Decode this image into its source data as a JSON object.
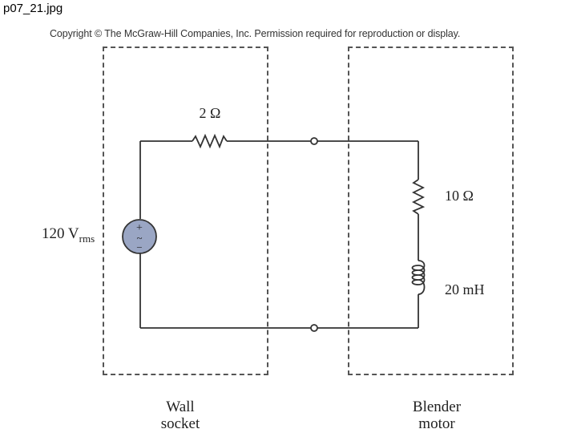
{
  "file_title": "p07_21.jpg",
  "copyright": "Copyright © The McGraw-Hill Companies, Inc. Permission required for reproduction or display.",
  "components": {
    "source_main": "120 V",
    "source_sub": "rms",
    "source_plus": "+",
    "source_tilde": "~",
    "source_minus": "−",
    "series_resistor": "2 Ω",
    "motor_resistor": "10 Ω",
    "motor_inductor": "20 mH"
  },
  "captions": {
    "wall_line1": "Wall",
    "wall_line2": "socket",
    "blender_line1": "Blender",
    "blender_line2": "motor"
  },
  "colors": {
    "wire": "#333333",
    "source_fill": "#9aa6c4",
    "dash": "#555555"
  }
}
